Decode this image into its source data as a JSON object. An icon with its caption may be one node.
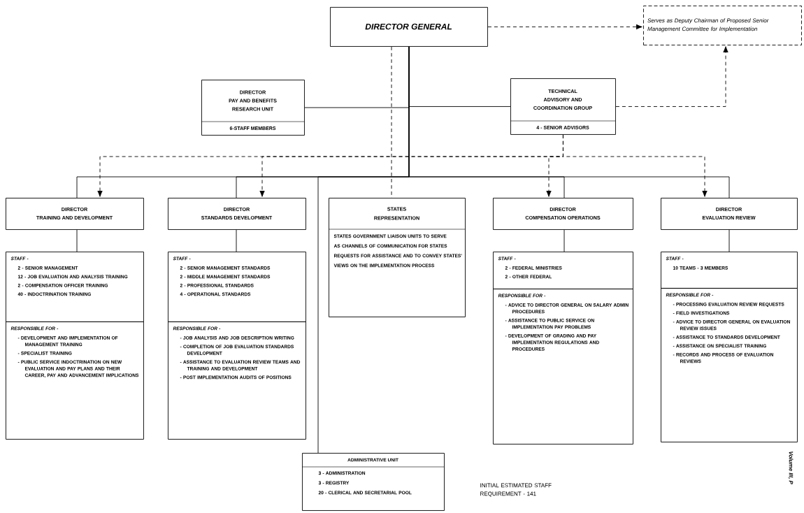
{
  "diagram": {
    "nodes": [
      {
        "text": [
          "DIRECTOR GENERAL"
        ]
      },
      {
        "text": [
          "Serves as Deputy Chairman of Proposed Senior Management Committee for Implementation"
        ]
      },
      {
        "text": [
          "DIRECTOR",
          "PAY AND BENEFITS",
          "RESEARCH UNIT",
          "6-STAFF MEMBERS"
        ]
      },
      {
        "text": [
          "TECHNICAL",
          "ADVISORY AND",
          "COORDINATION GROUP",
          "4 - SENIOR ADVISORS"
        ]
      },
      {
        "text": [
          "DIRECTOR",
          "TRAINING AND DEVELOPMENT"
        ]
      },
      {
        "text": [
          "DIRECTOR",
          "STANDARDS DEVELOPMENT"
        ]
      },
      {
        "text": [
          "STATES",
          "REPRESENTATION",
          "STATES GOVERNMENT LIAISON UNITS TO SERVE AS CHANNELS OF COMMUNICATION FOR STATES REQUESTS FOR ASSISTANCE AND TO CONVEY STATES' VIEWS ON THE IMPLEMENTATION PROCESS"
        ]
      },
      {
        "text": [
          "DIRECTOR",
          "COMPENSATION OPERATIONS"
        ]
      },
      {
        "text": [
          "DIRECTOR",
          "EVALUATION REVIEW"
        ]
      },
      {
        "text": [
          "STAFF -",
          "2 - SENIOR MANAGEMENT",
          "12 - JOB EVALUATION AND ANALYSIS TRAINING",
          "2 - COMPENSATION OFFICER TRAINING",
          "40 - INDOCTRINATION TRAINING"
        ]
      },
      {
        "text": [
          "RESPONSIBLE FOR -",
          "- DEVELOPMENT AND IMPLEMENTATION OF MANAGEMENT TRAINING",
          "- SPECIALIST TRAINING",
          "- PUBLIC SERVICE INDOCTRINATION ON NEW EVALUATION AND PAY PLANS AND THEIR CAREER, PAY AND ADVANCEMENT IMPLICATIONS"
        ]
      },
      {
        "text": [
          "STAFF -",
          "2 - SENIOR MANAGEMENT STANDARDS",
          "2 - MIDDLE MANAGEMENT STANDARDS",
          "2 - PROFESSIONAL STANDARDS",
          "4 - OPERATIONAL STANDARDS"
        ]
      },
      {
        "text": [
          "RESPONSIBLE FOR -",
          "- JOB ANALYSIS AND JOB DESCRIPTION WRITING",
          "- COMPLETION OF JOB EVALUATION STANDARDS DEVELOPMENT",
          "- ASSISTANCE TO EVALUATION REVIEW TEAMS AND TRAINING AND DEVELOPMENT",
          "- POST IMPLEMENTATION AUDITS OF POSITIONS"
        ]
      },
      {
        "text": [
          "STAFF -",
          "2 - FEDERAL MINISTRIES",
          "2 - OTHER FEDERAL"
        ]
      },
      {
        "text": [
          "RESPONSIBLE FOR -",
          "- ADVICE TO DIRECTOR GENERAL ON SALARY ADMIN PROCEDURES",
          "- ASSISTANCE TO PUBLIC SERVICE ON IMPLEMENTATION PAY PROBLEMS",
          "- DEVELOPMENT OF GRADING AND PAY IMPLEMENTATION REGULATIONS AND PROCEDURES"
        ]
      },
      {
        "text": [
          "STAFF -",
          "10 TEAMS - 3 MEMBERS"
        ]
      },
      {
        "text": [
          "RESPONSIBLE FOR -",
          "- PROCESSING EVALUATION REVIEW REQUESTS",
          "- FIELD INVESTIGATIONS",
          "- ADVICE TO DIRECTOR GENERAL ON EVALUATION REVIEW ISSUES",
          "- ASSISTANCE TO STANDARDS DEVELOPMENT",
          "- ASSISTANCE ON SPECIALIST TRAINING",
          "- RECORDS AND PROCESS OF EVALUATION REVIEWS"
        ]
      },
      {
        "text": [
          "ADMINISTRATIVE UNIT",
          "3 - ADMINISTRATION",
          "3 - REGISTRY",
          "20 - CLERICAL AND SECRETARIAL POOL"
        ]
      }
    ],
    "edges": [
      {
        "from": 0,
        "to": 1,
        "arrow": "to",
        "style": "dashed"
      },
      {
        "from": 3,
        "to": 1,
        "arrow": "to",
        "style": "dashed"
      },
      {
        "from": 0,
        "to": 2,
        "arrow": "none"
      },
      {
        "from": 0,
        "to": 3,
        "arrow": "none"
      },
      {
        "from": 0,
        "to": 4,
        "arrow": "none"
      },
      {
        "from": 0,
        "to": 5,
        "arrow": "none"
      },
      {
        "from": 0,
        "to": 7,
        "arrow": "none"
      },
      {
        "from": 0,
        "to": 8,
        "arrow": "none"
      },
      {
        "from": 0,
        "to": 17,
        "arrow": "none"
      },
      {
        "from": 0,
        "to": 6,
        "arrow": "none",
        "style": "dashed"
      },
      {
        "from": 3,
        "to": 4,
        "arrow": "to",
        "style": "dashed"
      },
      {
        "from": 3,
        "to": 5,
        "arrow": "to",
        "style": "dashed"
      },
      {
        "from": 3,
        "to": 7,
        "arrow": "to",
        "style": "dashed"
      },
      {
        "from": 3,
        "to": 8,
        "arrow": "to",
        "style": "dashed"
      },
      {
        "from": 4,
        "to": 9,
        "arrow": "none"
      },
      {
        "from": 5,
        "to": 11,
        "arrow": "none"
      },
      {
        "from": 7,
        "to": 13,
        "arrow": "none"
      },
      {
        "from": 8,
        "to": 15,
        "arrow": "none"
      }
    ],
    "labels": [
      "INITIAL ESTIMATED STAFF REQUIREMENT - 141",
      "Volume III, P"
    ]
  }
}
